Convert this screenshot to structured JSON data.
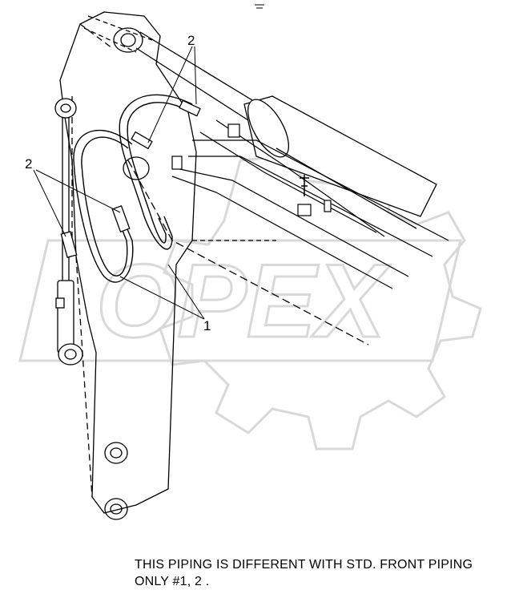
{
  "callouts": {
    "top_item": "2",
    "left_item": "2",
    "bottom_item": "1"
  },
  "watermark": {
    "logo_text": "OPEX",
    "color": "#d9d9d9"
  },
  "note": {
    "line1": "THIS PIPING IS DIFFERENT WITH STD. FRONT PIPING",
    "line2": "ONLY #1, 2 ."
  },
  "colors": {
    "line": "#000000",
    "background": "#ffffff"
  }
}
